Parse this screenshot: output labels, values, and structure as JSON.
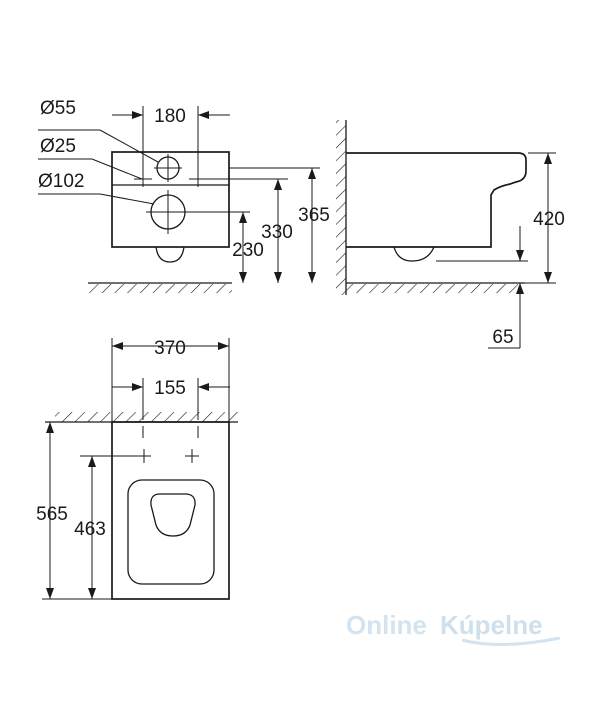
{
  "diagram": {
    "front_view": {
      "dim_width_holes": "180",
      "dim_dia_55": "Ø55",
      "dim_dia_25": "Ø25",
      "dim_dia_102": "Ø102",
      "dim_230": "230",
      "dim_330": "330",
      "dim_365": "365"
    },
    "side_view": {
      "dim_420": "420",
      "dim_65": "65"
    },
    "top_view": {
      "dim_370": "370",
      "dim_155": "155",
      "dim_565": "565",
      "dim_463": "463"
    },
    "watermark": {
      "part1": "Online",
      "part2": "Kúpelne"
    },
    "colors": {
      "line": "#1a1a1a",
      "watermark": "#d3e3ef"
    }
  }
}
